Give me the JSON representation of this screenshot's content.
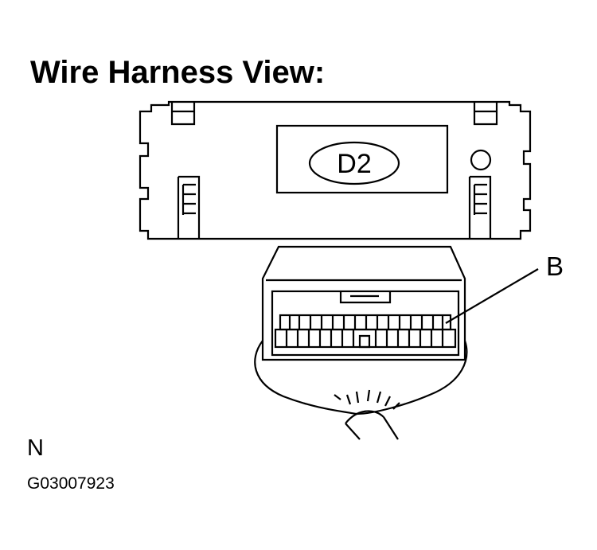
{
  "title": "Wire Harness View:",
  "connector_code": "D2",
  "callout_label": "B",
  "view_marker": "N",
  "figure_id": "G03007923"
}
